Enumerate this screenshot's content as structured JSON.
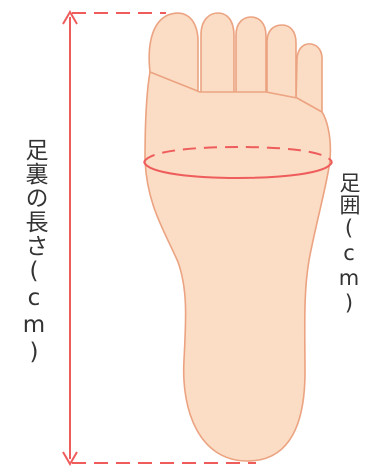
{
  "labels": {
    "length": "足裏の長さ(cm)",
    "girth": "足囲(cm)"
  },
  "colors": {
    "skin": "#fbdcc4",
    "outline": "#eba381",
    "measure": "#ee5c5c",
    "text": "#333333"
  },
  "icons": {
    "foot": "foot-sole-illustration"
  }
}
